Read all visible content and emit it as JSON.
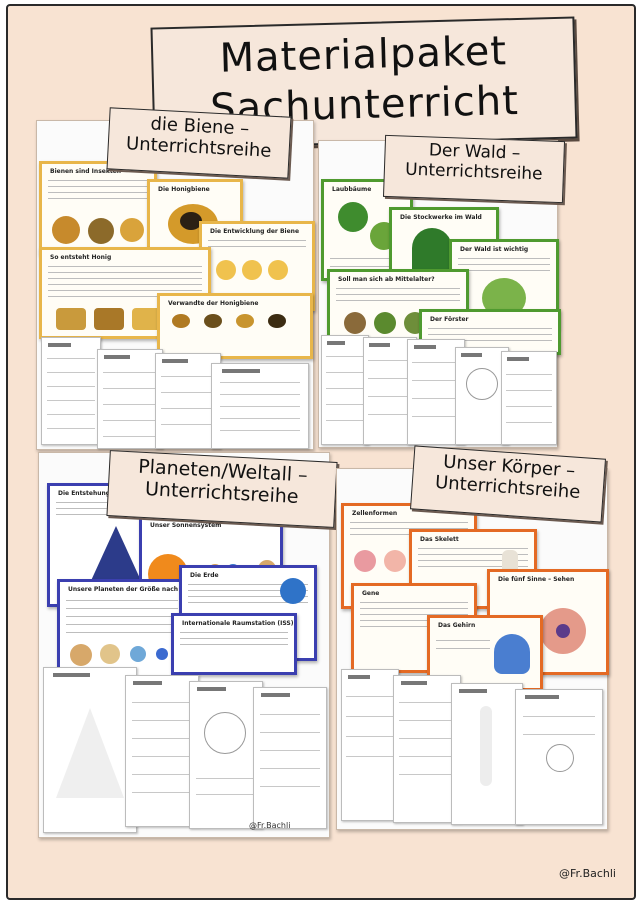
{
  "title": {
    "line1": "Materialpaket",
    "line2": "Sachunterricht"
  },
  "sections": [
    {
      "id": "biene",
      "topic": "die Biene –",
      "sub": "Unterrichtsreihe",
      "card_titles": [
        "Bienen sind Insekten",
        "Die Honigbiene",
        "Die Entwicklung der Biene",
        "So entsteht Honig",
        "Verwandte der Honigbiene"
      ]
    },
    {
      "id": "wald",
      "topic": "Der Wald –",
      "sub": "Unterrichtsreihe",
      "card_titles": [
        "Laubbäume",
        "Die Stockwerke im Wald",
        "Der Wald ist wichtig",
        "Soll man sich ab Mittelalter?",
        "Der Förster"
      ]
    },
    {
      "id": "weltall",
      "topic": "Planeten/Weltall –",
      "sub": "Unterrichtsreihe",
      "card_titles": [
        "Die Entstehung",
        "Unser Sonnensystem",
        "Unsere Planeten der Größe nach",
        "Die Erde",
        "Internationale Raumstation (ISS)"
      ]
    },
    {
      "id": "koerper",
      "topic": "Unser Körper –",
      "sub": "Unterrichtsreihe",
      "card_titles": [
        "Zellenformen",
        "Das Skelett",
        "Die fünf Sinne – Sehen",
        "Gene",
        "Das Gehirn"
      ]
    }
  ],
  "credits": {
    "small": "@Fr.Bachli",
    "main": "@Fr.Bachli"
  }
}
